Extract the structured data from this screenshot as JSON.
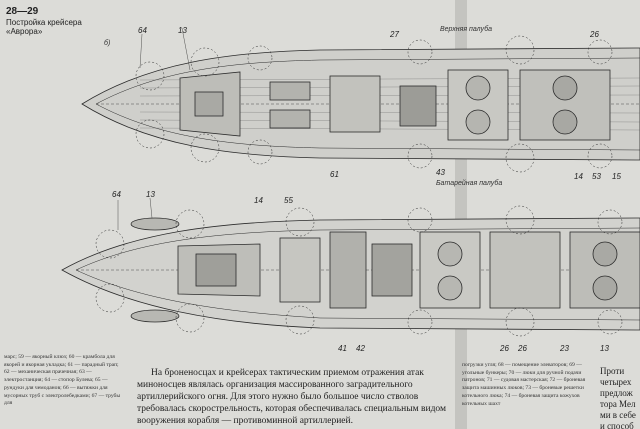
{
  "header": {
    "page_number": "28—29",
    "title": "Постройка крейсера «Аврора»"
  },
  "drawing": {
    "view_letter": "б)",
    "upper_deck_label": "Верхняя палуба",
    "battery_deck_label": "Батарейная палуба"
  },
  "callouts": [
    "64",
    "13",
    "27",
    "26",
    "64",
    "13",
    "14",
    "55",
    "61",
    "43",
    "14",
    "53",
    "15",
    "41",
    "42",
    "26",
    "26",
    "23",
    "13"
  ],
  "text": {
    "legend_left": "марс; 59 — якорный клюз; 60 — крамбола для якорей и якорная укладка; 61 — парадный трап; 62 — механическая прачечная; 63 — электростанция; 64 — стопор Булева; 65 — рундуки для чемоданов; 66 — вытяжки для мусорных труб с электролебедками; 67 — трубы для",
    "body": "На броненосцах и крейсерах тактическим приемом отражения атак миноносцев являлась организация массированного заградительного артиллерийского огня. Для этого нужно было большое число стволов требовалась скорострельность, которая обеспечивалась специальным видом вооружения корабля — противоминной артиллерией.",
    "legend_right": "погрузки угля; 68 — помещение элеваторов; 69 — угольные бункеры; 70 — люки для ручной подачи патронов; 71 — судовая мастерская; 72 — броневая защита машинных люков; 73 — броневые решетки котельного люка; 74 — броневая защита кожухов котельных шахт",
    "next_page_fragment": "Проти\nчетырех\nпредлож\nтора Мел\nми в себе\nи способ"
  }
}
